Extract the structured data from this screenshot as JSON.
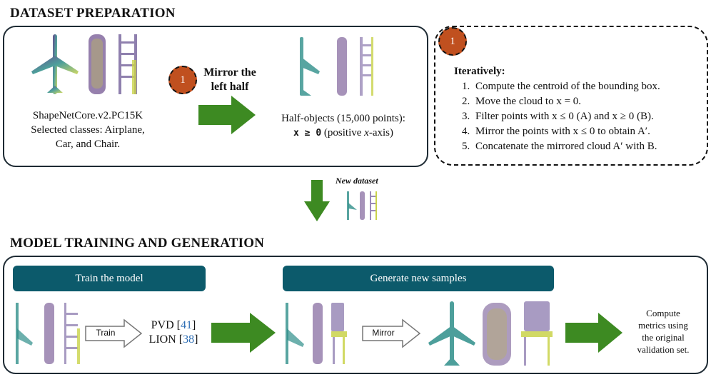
{
  "sections": {
    "prep_title": "DATASET PREPARATION",
    "train_title": "MODEL TRAINING AND GENERATION"
  },
  "prep": {
    "source_line1": "ShapeNetCore.v2.PC15K",
    "source_line2": "Selected classes: Airplane,",
    "source_line3": "Car, and Chair.",
    "badge": "1",
    "mirror_line1": "Mirror the",
    "mirror_line2": "left half",
    "half_line1": "Half-objects (15,000 points):",
    "half_line2a": "x ≥ 0",
    "half_line2b": " (positive ",
    "half_line2c": "x",
    "half_line2d": "-axis)"
  },
  "steps": {
    "badge": "1",
    "heading": "Iteratively:",
    "items": [
      "Compute the centroid of the bounding box.",
      "Move the cloud to x = 0.",
      "Filter points with x ≤ 0 (A) and x ≥ 0 (B).",
      "Mirror the points with x ≤ 0 to obtain A′.",
      "Concatenate the mirrored cloud A′ with B."
    ]
  },
  "new_dataset": "New dataset",
  "training": {
    "train_box": "Train the model",
    "generate_box": "Generate new samples",
    "train_arrow": "Train",
    "mirror_arrow": "Mirror",
    "model1_name": "PVD [",
    "model1_cite": "41",
    "model1_close": "]",
    "model2_name": "LION [",
    "model2_cite": "38",
    "model2_close": "]",
    "final_line1": "Compute",
    "final_line2": "metrics using",
    "final_line3": "the original",
    "final_line4": "validation set."
  },
  "colors": {
    "arrow_green": "#3d8a22",
    "teal_box": "#0c5a6b",
    "badge_orange": "#c0501f",
    "cite_blue": "#2f6fb5"
  }
}
